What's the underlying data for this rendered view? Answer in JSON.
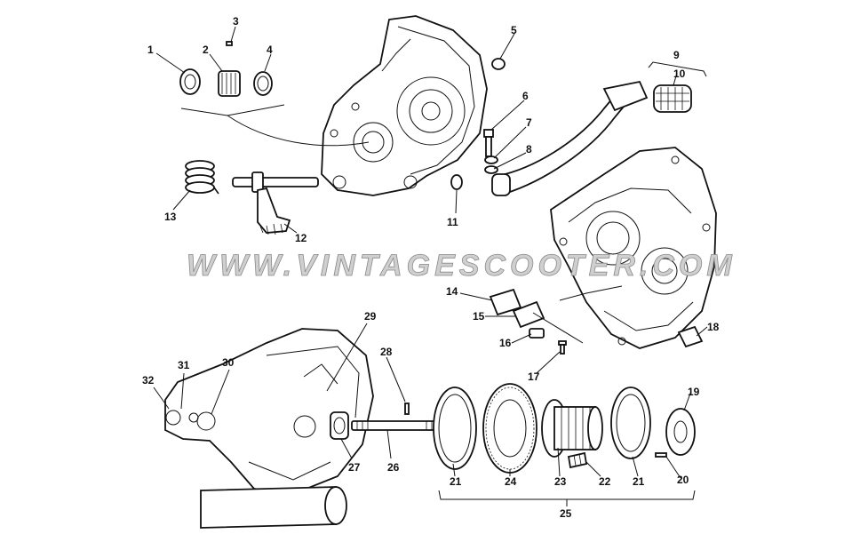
{
  "watermark": "WWW.VINTAGESCOOTER.COM",
  "callouts": [
    {
      "id": "1",
      "label": "1"
    },
    {
      "id": "2",
      "label": "2"
    },
    {
      "id": "3",
      "label": "3"
    },
    {
      "id": "4",
      "label": "4"
    },
    {
      "id": "5",
      "label": "5"
    },
    {
      "id": "6",
      "label": "6"
    },
    {
      "id": "7",
      "label": "7"
    },
    {
      "id": "8",
      "label": "8"
    },
    {
      "id": "9",
      "label": "9"
    },
    {
      "id": "10",
      "label": "10"
    },
    {
      "id": "11",
      "label": "11"
    },
    {
      "id": "12",
      "label": "12"
    },
    {
      "id": "13",
      "label": "13"
    },
    {
      "id": "14",
      "label": "14"
    },
    {
      "id": "15",
      "label": "15"
    },
    {
      "id": "16",
      "label": "16"
    },
    {
      "id": "17",
      "label": "17"
    },
    {
      "id": "18",
      "label": "18"
    },
    {
      "id": "19",
      "label": "19"
    },
    {
      "id": "20",
      "label": "20"
    },
    {
      "id": "21a",
      "label": "21"
    },
    {
      "id": "21b",
      "label": "21"
    },
    {
      "id": "22",
      "label": "22"
    },
    {
      "id": "23",
      "label": "23"
    },
    {
      "id": "24",
      "label": "24"
    },
    {
      "id": "25",
      "label": "25"
    },
    {
      "id": "26",
      "label": "26"
    },
    {
      "id": "27",
      "label": "27"
    },
    {
      "id": "28",
      "label": "28"
    },
    {
      "id": "29",
      "label": "29"
    },
    {
      "id": "30",
      "label": "30"
    },
    {
      "id": "31",
      "label": "31"
    },
    {
      "id": "32",
      "label": "32"
    }
  ]
}
